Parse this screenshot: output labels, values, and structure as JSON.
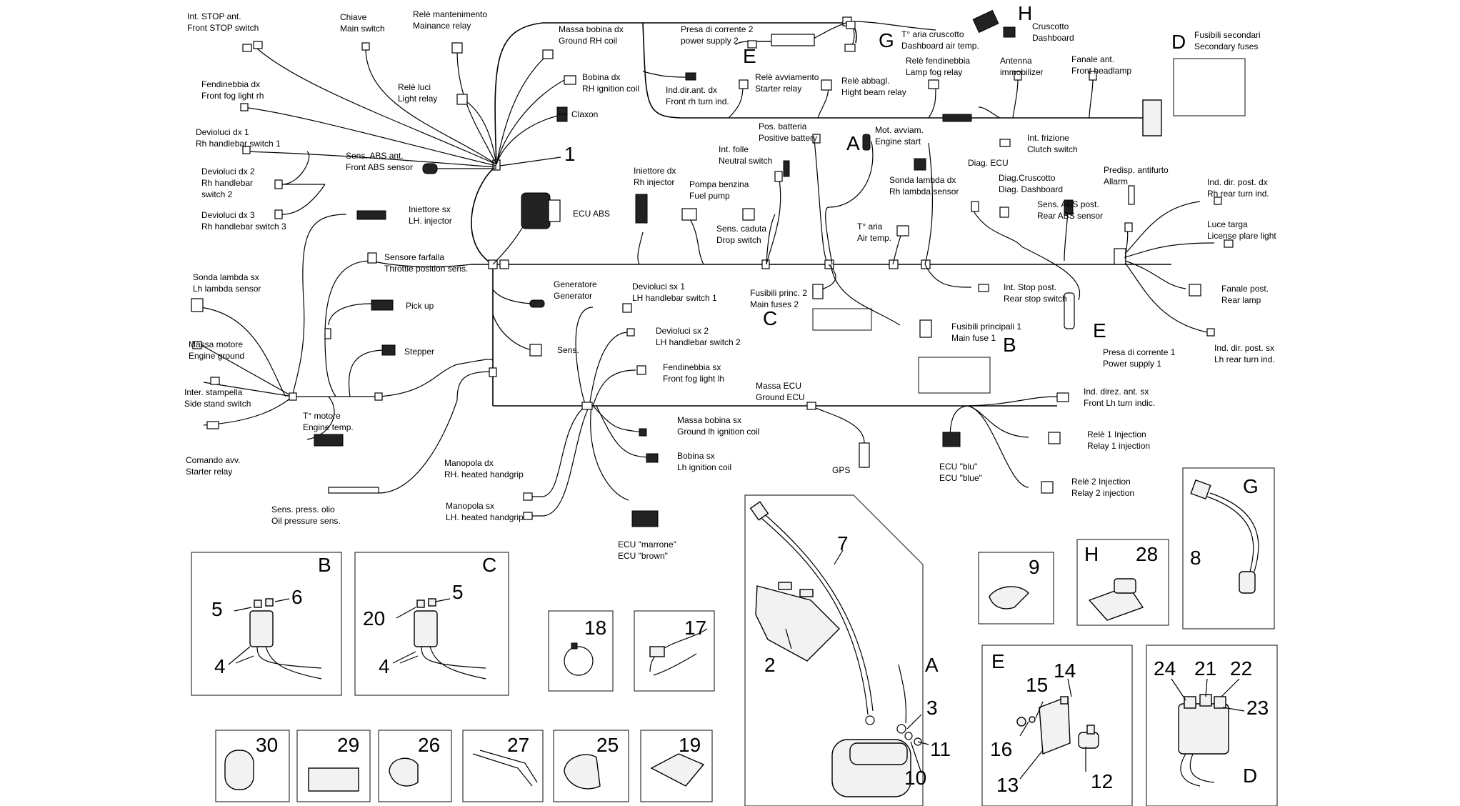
{
  "labels": {
    "stop_front": [
      "Int. STOP ant.",
      "Front STOP switch"
    ],
    "main_switch": [
      "Chiave",
      "Main switch"
    ],
    "mainance_relay": [
      "Relè mantenimento",
      "Mainance relay"
    ],
    "ground_rh_coil": [
      "Massa bobina dx",
      "Ground RH coil"
    ],
    "power_supply2": [
      "Presa di corrente 2",
      "power supply 2"
    ],
    "dash_air": [
      "T° aria cruscotto",
      "Dashboard air temp."
    ],
    "dashboard": [
      "Cruscotto",
      "Dashboard"
    ],
    "secondary_fuses": [
      "Fusibili secondari",
      "Secondary fuses"
    ],
    "fog_rh": [
      "Fendinebbia dx",
      "Front fog light rh"
    ],
    "light_relay": [
      "Relè luci",
      "Light relay"
    ],
    "rh_ign_coil": [
      "Bobina dx",
      "RH ignition coil"
    ],
    "rh_turn": [
      "Ind.dir.ant. dx",
      "Front rh turn ind."
    ],
    "starter_relay_top": [
      "Relè avviamento",
      "Starter relay"
    ],
    "high_beam": [
      "Relè abbagl.",
      "Hight beam relay"
    ],
    "lamp_fog_relay": [
      "Relè fendinebbia",
      "Lamp fog relay"
    ],
    "immobilizer": [
      "Antenna",
      "immobilizer"
    ],
    "front_headlamp": [
      "Fanale ant.",
      "Front headlamp"
    ],
    "claxon": [
      "Claxon"
    ],
    "rh_sw1": [
      "Devioluci dx 1",
      "Rh handlebar switch 1"
    ],
    "pos_battery": [
      "Pos. batteria",
      "Positive battery"
    ],
    "engine_start": [
      "Mot. avviam.",
      "Engine start"
    ],
    "clutch": [
      "Int. frizione",
      "Clutch switch"
    ],
    "abs_front": [
      "Sens. ABS ant.",
      "Front ABS sensor"
    ],
    "neutral": [
      "Int. folle",
      "Neutral switch"
    ],
    "diag_ecu": [
      "Diag. ECU"
    ],
    "rh_sw2": [
      "Devioluci dx 2",
      "Rh handlebar",
      "switch 2"
    ],
    "rh_injector": [
      "Iniettore dx",
      "Rh injector"
    ],
    "fuel_pump": [
      "Pompa benzina",
      "Fuel pump"
    ],
    "rh_lambda": [
      "Sonda lambda dx",
      "Rh lambda sensor"
    ],
    "diag_dash": [
      "Diag.Cruscotto",
      "Diag. Dashboard"
    ],
    "allarm": [
      "Predisp. antifurto",
      "Allarm"
    ],
    "rh_rear_turn": [
      "Ind. dir. post. dx",
      "Rh rear turn ind."
    ],
    "rh_sw3": [
      "Devioluci dx 3",
      "Rh handlebar switch 3"
    ],
    "lh_injector": [
      "Iniettore sx",
      "LH. injector"
    ],
    "ecu_abs": [
      "ECU ABS"
    ],
    "abs_rear": [
      "Sens. ABS post.",
      "Rear ABS sensor"
    ],
    "license": [
      "Luce targa",
      "License plare light"
    ],
    "drop": [
      "Sens. caduta",
      "Drop switch"
    ],
    "air_temp": [
      "T° aria",
      "Air temp."
    ],
    "throttle": [
      "Sensore farfalla",
      "Throttle position sens."
    ],
    "lh_lambda": [
      "Sonda lambda sx",
      "Lh lambda sensor"
    ],
    "generator": [
      "Generatore",
      "Generator"
    ],
    "lh_sw1": [
      "Devioluci sx 1",
      "LH handlebar switch 1"
    ],
    "main_fuses2": [
      "Fusibili princ. 2",
      "Main fuses 2"
    ],
    "rear_stop": [
      "Int. Stop post.",
      "Rear stop switch"
    ],
    "rear_lamp": [
      "Fanale post.",
      "Rear lamp"
    ],
    "pickup": [
      "Pick up"
    ],
    "main_fuse1": [
      "Fusibili principali 1",
      "Main fuse 1"
    ],
    "lh_sw2": [
      "Devioluci sx 2",
      "LH handlebar switch 2"
    ],
    "engine_ground": [
      "Massa motore",
      "Engine ground"
    ],
    "stepper": [
      "Stepper"
    ],
    "sens": [
      "Sens."
    ],
    "power_supply1": [
      "Presa di corrente 1",
      "Power supply 1"
    ],
    "lh_rear_turn": [
      "Ind. dir. post. sx",
      "Lh rear turn ind."
    ],
    "fog_lh": [
      "Fendinebbia sx",
      "Front fog light lh"
    ],
    "side_stand": [
      "Inter. stampella",
      "Side stand switch"
    ],
    "ground_ecu": [
      "Massa ECU",
      "Ground ECU"
    ],
    "lh_turn": [
      "Ind. direz. ant. sx",
      "Front Lh turn indic."
    ],
    "engine_temp": [
      "T° motore",
      "Engine temp."
    ],
    "ground_lh_coil": [
      "Massa bobina sx",
      "Ground lh ignition coil"
    ],
    "relay1_inj": [
      "Relè 1 Injection",
      "Relay 1 injection"
    ],
    "lh_ign_coil": [
      "Bobina sx",
      "Lh ignition coil"
    ],
    "starter_relay_bottom": [
      "Comando avv.",
      "Starter relay"
    ],
    "gps": [
      "GPS"
    ],
    "ecu_blue": [
      "ECU \"blu\"",
      "ECU \"blue\""
    ],
    "rh_grip": [
      "Manopola dx",
      "RH. heated handgrip"
    ],
    "relay2_inj": [
      "Relè 2 Injection",
      "Relay 2 injection"
    ],
    "oil_pressure": [
      "Sens. press. olio",
      "Oil pressure sens."
    ],
    "lh_grip": [
      "Manopola sx",
      "LH. heated handgrip"
    ],
    "ecu_brown": [
      "ECU \"marrone\"",
      "ECU \"brown\""
    ]
  },
  "letters": {
    "A": "A",
    "B": "B",
    "C": "C",
    "D": "D",
    "E": "E",
    "G": "G",
    "H": "H"
  },
  "callouts": {
    "n1": "1",
    "n2": "2",
    "n3": "3",
    "n4": "4",
    "n5": "5",
    "n6": "6",
    "n7": "7",
    "n8": "8",
    "n9": "9",
    "n10": "10",
    "n11": "11",
    "n12": "12",
    "n13": "13",
    "n14": "14",
    "n15": "15",
    "n16": "16",
    "n17": "17",
    "n18": "18",
    "n19": "19",
    "n20": "20",
    "n21": "21",
    "n22": "22",
    "n23": "23",
    "n24": "24",
    "n25": "25",
    "n26": "26",
    "n27": "27",
    "n28": "28",
    "n29": "29",
    "n30": "30"
  }
}
